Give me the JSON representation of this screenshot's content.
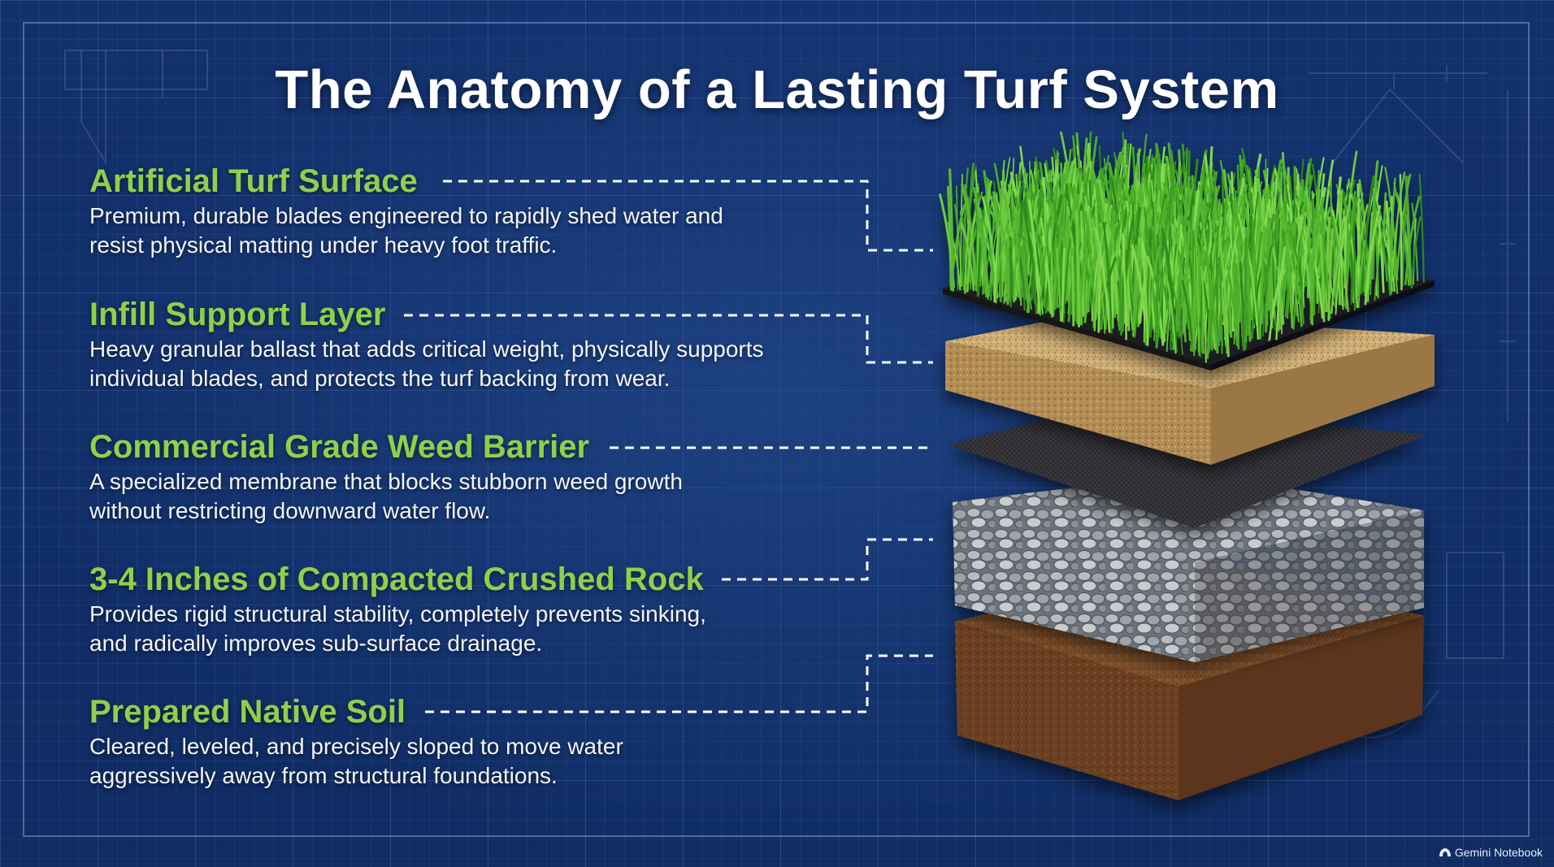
{
  "title": "The Anatomy of a Lasting Turf System",
  "layers": [
    {
      "heading": "Artificial Turf Surface",
      "description_lines": [
        "Premium, durable blades engineered to rapidly shed water and",
        "resist physical matting under heavy foot traffic."
      ]
    },
    {
      "heading": "Infill Support Layer",
      "description_lines": [
        "Heavy granular ballast that adds critical weight, physically supports",
        "individual blades, and protects the turf backing from wear."
      ]
    },
    {
      "heading": "Commercial Grade Weed Barrier",
      "description_lines": [
        "A specialized membrane that blocks stubborn weed growth",
        "without restricting downward water flow."
      ]
    },
    {
      "heading": "3-4 Inches of Compacted Crushed Rock",
      "description_lines": [
        "Provides rigid structural stability, completely prevents sinking,",
        "and radically improves sub-surface drainage."
      ]
    },
    {
      "heading": "Prepared Native Soil",
      "description_lines": [
        "Cleared, leveled, and precisely sloped to move water",
        "aggressively away from structural foundations."
      ]
    }
  ],
  "brand": {
    "text": "Gemini Notebook",
    "icon": "notebook-logo-icon"
  },
  "colors": {
    "heading": "#8fd04a",
    "background": "#10306a",
    "leader_line": "#ffffff",
    "grass": "#4caf2a",
    "infill": "#cdae78",
    "barrier": "#2b2b2d",
    "rock": "#8f959c",
    "soil": "#7a4a2a"
  }
}
